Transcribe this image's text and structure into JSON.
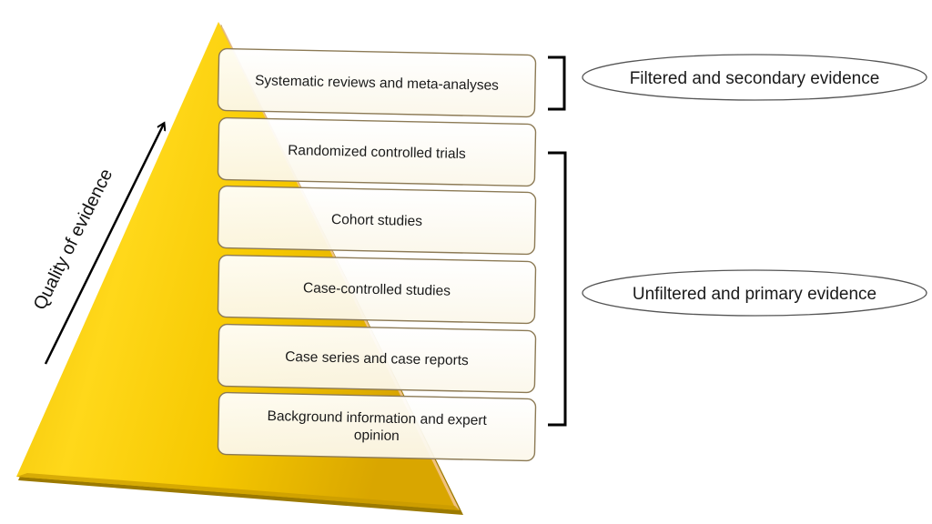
{
  "diagram": {
    "type": "evidence-pyramid",
    "axis_label": "Quality of evidence",
    "levels": [
      {
        "label_lines": [
          "Systematic reviews and meta-analyses"
        ],
        "group": "filtered"
      },
      {
        "label_lines": [
          "Randomized controlled trials"
        ],
        "group": "unfiltered"
      },
      {
        "label_lines": [
          "Cohort studies"
        ],
        "group": "unfiltered"
      },
      {
        "label_lines": [
          "Case-controlled studies"
        ],
        "group": "unfiltered"
      },
      {
        "label_lines": [
          "Case series and case reports"
        ],
        "group": "unfiltered"
      },
      {
        "label_lines": [
          "Background information and expert",
          "opinion"
        ],
        "group": "unfiltered"
      }
    ],
    "groups": {
      "filtered": {
        "label": "Filtered and secondary evidence"
      },
      "unfiltered": {
        "label": "Unfiltered and primary evidence"
      }
    },
    "colors": {
      "pyramid_light": "#FFE033",
      "pyramid_mid": "#F2C200",
      "pyramid_dark": "#B08800",
      "box_fill": "#FFFDF5",
      "box_stroke": "#8C7A55",
      "bracket": "#000000",
      "ellipse_stroke": "#555555"
    }
  }
}
